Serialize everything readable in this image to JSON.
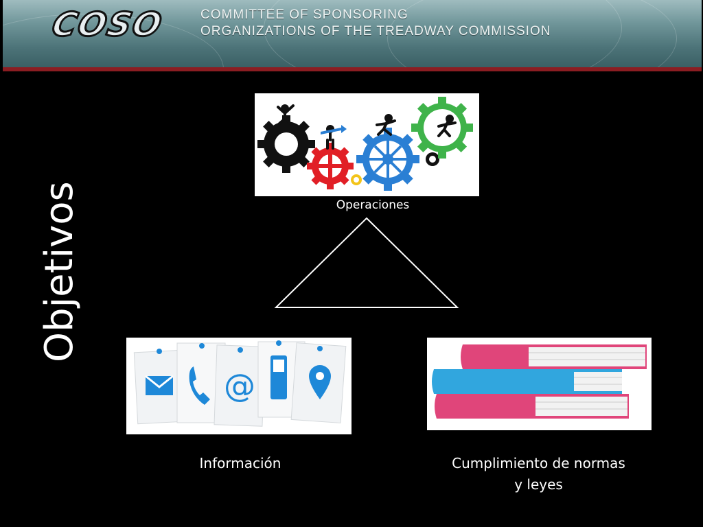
{
  "banner": {
    "logo_text": "COSO",
    "line1": "COMMITTEE OF SPONSORING",
    "line2": "ORGANIZATIONS OF THE TREADWAY COMMISSION"
  },
  "title_vertical": "Objetivos",
  "objectives": {
    "operaciones": "Operaciones",
    "informacion": "Información",
    "cumplimiento_line1": "Cumplimiento de normas",
    "cumplimiento_line2": "y leyes"
  },
  "icons": [
    "gears-people-icon",
    "mail-icon",
    "phone-icon",
    "at-icon",
    "mobile-icon",
    "location-icon",
    "books-icon"
  ],
  "colors": {
    "banner_bg": "#5f8589",
    "banner_border": "#8b1d22",
    "gear_black": "#111111",
    "gear_red": "#e11f26",
    "gear_blue": "#2a7fd4",
    "gear_green": "#3fb34a",
    "gear_yellow": "#f3c419",
    "icon_blue": "#1e88d8",
    "book_pink": "#e0457a",
    "book_cyan": "#31a6de"
  }
}
